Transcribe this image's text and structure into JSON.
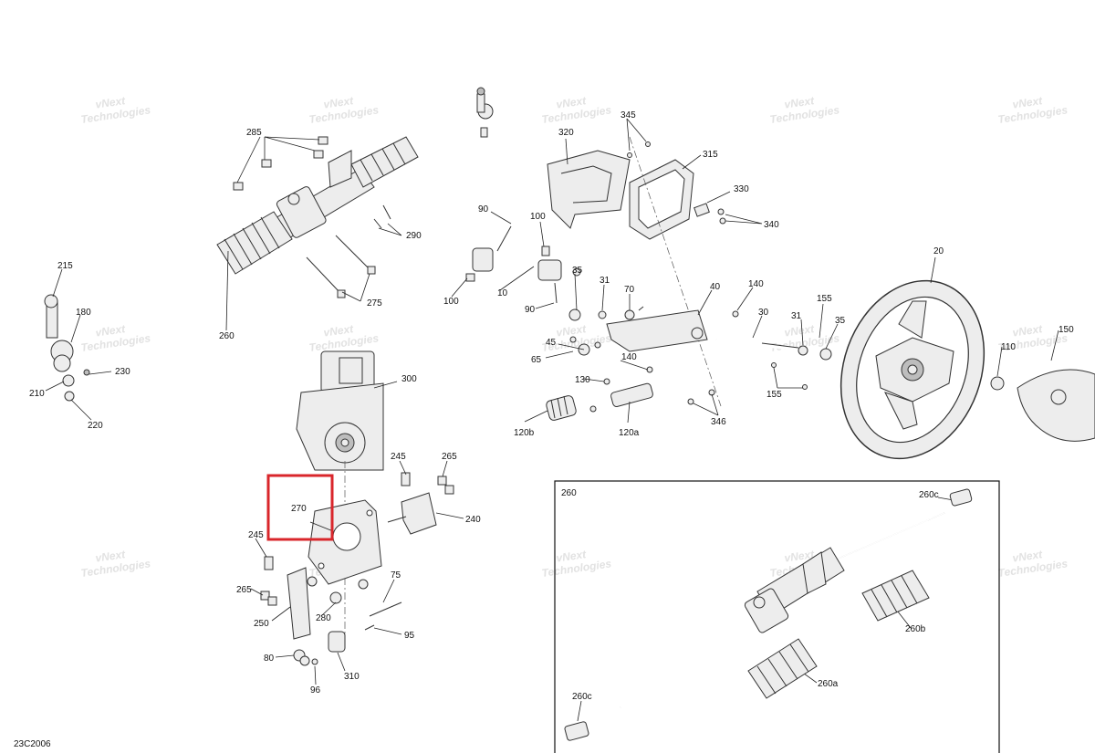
{
  "drawing_code": "23C2006",
  "watermark": {
    "line1": "vNext",
    "line2": "Technologies"
  },
  "callouts": {
    "c285": "285",
    "c290": "290",
    "c275": "275",
    "c260": "260",
    "c215": "215",
    "c180": "180",
    "c230": "230",
    "c210": "210",
    "c220": "220",
    "c300": "300",
    "c270": "270",
    "c245a": "245",
    "c265a": "265",
    "c240": "240",
    "c245b": "245",
    "c265b": "265",
    "c250": "250",
    "c280": "280",
    "c75": "75",
    "c95": "95",
    "c80": "80",
    "c310": "310",
    "c96": "96",
    "c320": "320",
    "c345": "345",
    "c315": "315",
    "c330": "330",
    "c340": "340",
    "c90a": "90",
    "c100a": "100",
    "c100b": "100",
    "c10": "10",
    "c35a": "35",
    "c31a": "31",
    "c70": "70",
    "c90b": "90",
    "c40": "40",
    "c140a": "140",
    "c30": "30",
    "c45": "45",
    "c65": "65",
    "c140b": "140",
    "c130": "130",
    "c120b": "120b",
    "c120a": "120a",
    "c346": "346",
    "c20": "20",
    "c155a": "155",
    "c31b": "31",
    "c35b": "35",
    "c110": "110",
    "c150": "150",
    "c155b": "155"
  },
  "inset": {
    "title": "260",
    "c260c_top": "260c",
    "c260b": "260b",
    "c260a": "260a",
    "c260c_bottom": "260c"
  },
  "highlight": {
    "color": "#d9262b",
    "target": "270"
  }
}
